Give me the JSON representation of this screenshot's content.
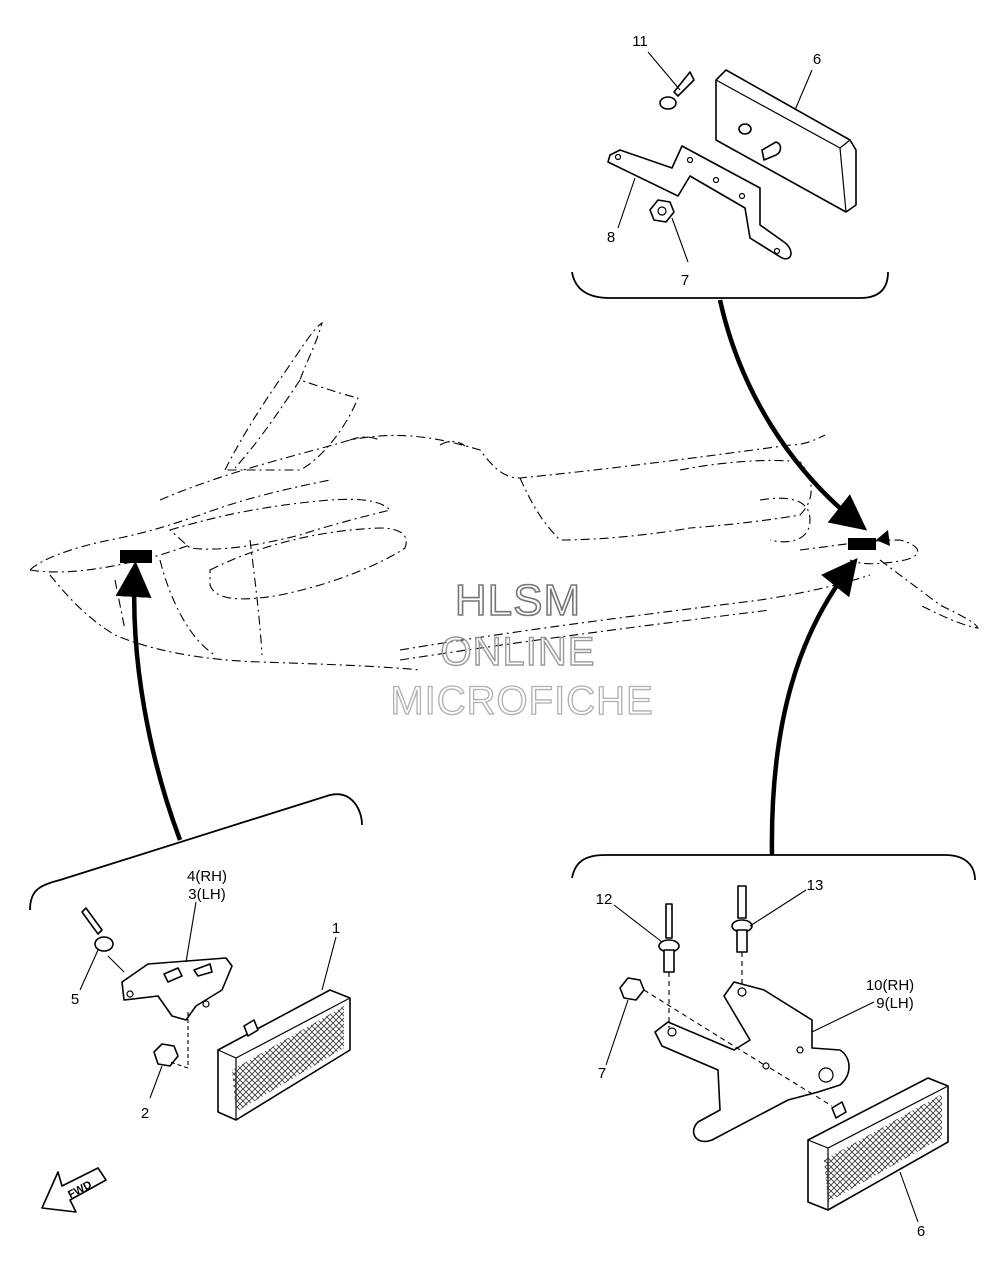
{
  "watermark": {
    "line1": "HLSM",
    "line2": "ONLINE",
    "line3": "MICROFICHE"
  },
  "callouts": {
    "top": {
      "c11": "11",
      "c6": "6",
      "c8": "8",
      "c7": "7"
    },
    "left": {
      "c4": "4(RH)",
      "c3": "3(LH)",
      "c1": "1",
      "c5": "5",
      "c2": "2"
    },
    "right": {
      "c12": "12",
      "c13": "13",
      "c10": "10(RH)",
      "c9": "9(LH)",
      "c7": "7",
      "c6": "6"
    }
  },
  "direction_badge": "FWD",
  "icons": [
    "fwd-arrow-icon"
  ]
}
